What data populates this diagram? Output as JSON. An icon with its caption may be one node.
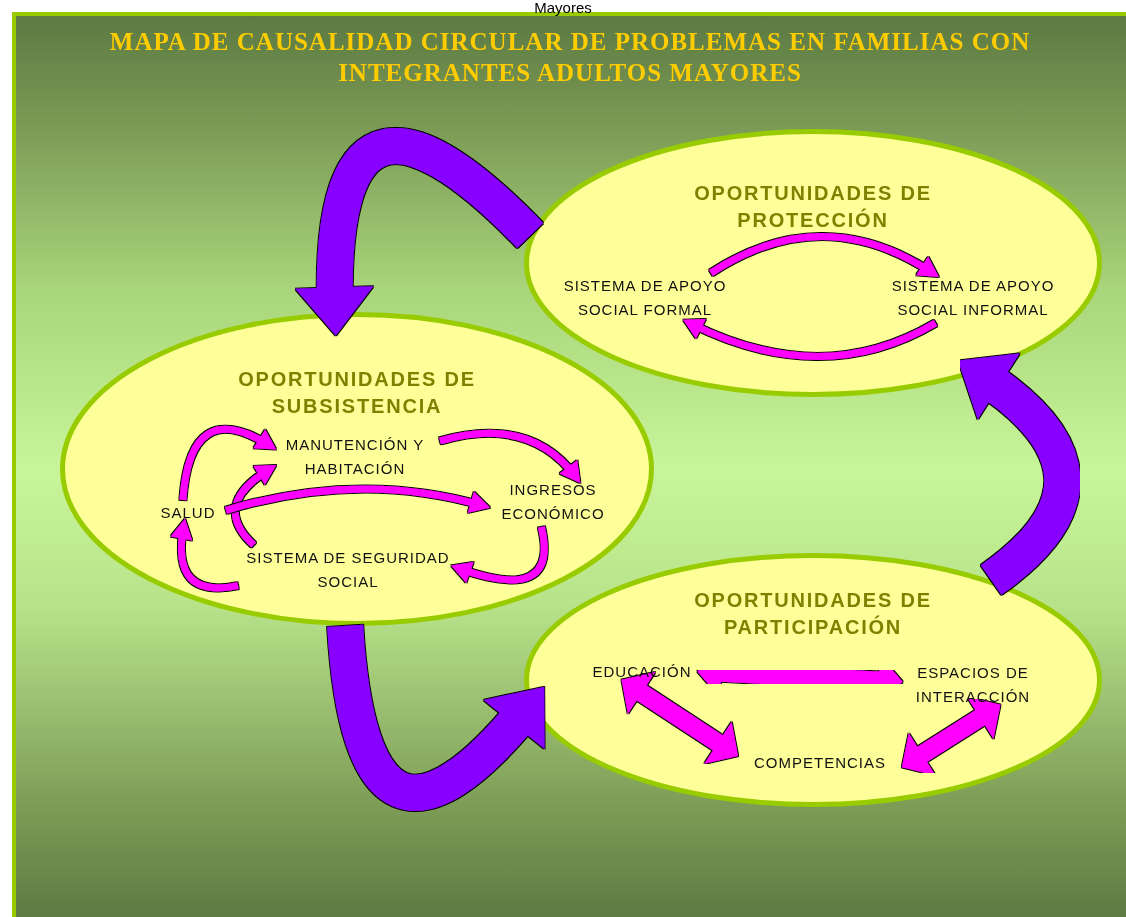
{
  "diagram": {
    "title": "MAPA DE CAUSALIDAD CIRCULAR DE PROBLEMAS EN FAMILIAS CON INTEGRANTES ADULTOS MAYORES",
    "nodes": [
      {
        "text": [
          "OPORTUNIDADES DE PROTECCIÓN"
        ]
      },
      {
        "text": [
          "SISTEMA DE APOYO SOCIAL FORMAL"
        ],
        "in": 0
      },
      {
        "text": [
          "SISTEMA DE APOYO SOCIAL INFORMAL"
        ],
        "in": 0
      },
      {
        "text": [
          "OPORTUNIDADES DE SUBSISTENCIA"
        ]
      },
      {
        "text": [
          "MANUTENCIÓN Y HABITACIÓN"
        ],
        "in": 3
      },
      {
        "text": [
          "SALUD"
        ],
        "in": 3
      },
      {
        "text": [
          "INGRESOS ECONÓMICO"
        ],
        "in": 3
      },
      {
        "text": [
          "SISTEMA DE SEGURIDAD SOCIAL"
        ],
        "in": 3
      },
      {
        "text": [
          "OPORTUNIDADES DE PARTICIPACIÓN"
        ]
      },
      {
        "text": [
          "EDUCACIÓN"
        ],
        "in": 8
      },
      {
        "text": [
          "ESPACIOS DE INTERACCIÓN"
        ],
        "in": 8
      },
      {
        "text": [
          "COMPETENCIAS"
        ],
        "in": 8
      }
    ],
    "edges": [
      {
        "from": 1,
        "to": 2,
        "arrow": "to"
      },
      {
        "from": 2,
        "to": 1,
        "arrow": "to"
      },
      {
        "from": 5,
        "to": 4,
        "arrow": "to"
      },
      {
        "from": 7,
        "to": 4,
        "arrow": "to"
      },
      {
        "from": 4,
        "to": 6,
        "arrow": "to"
      },
      {
        "from": 5,
        "to": 6,
        "arrow": "to"
      },
      {
        "from": 6,
        "to": 7,
        "arrow": "to"
      },
      {
        "from": 7,
        "to": 5,
        "arrow": "to"
      },
      {
        "from": 9,
        "to": 10,
        "arrow": "both",
        "style": "thick"
      },
      {
        "from": 9,
        "to": 11,
        "arrow": "both",
        "style": "thick"
      },
      {
        "from": 11,
        "to": 10,
        "arrow": "both",
        "style": "thick"
      },
      {
        "from": 0,
        "to": 3,
        "arrow": "to",
        "style": "thick",
        "color": "#8800ff"
      },
      {
        "from": 3,
        "to": 8,
        "arrow": "to",
        "style": "thick",
        "color": "#8800ff"
      },
      {
        "from": 8,
        "to": 0,
        "arrow": "to",
        "style": "thick",
        "color": "#8800ff"
      }
    ],
    "labels": [
      "Mayores"
    ]
  }
}
